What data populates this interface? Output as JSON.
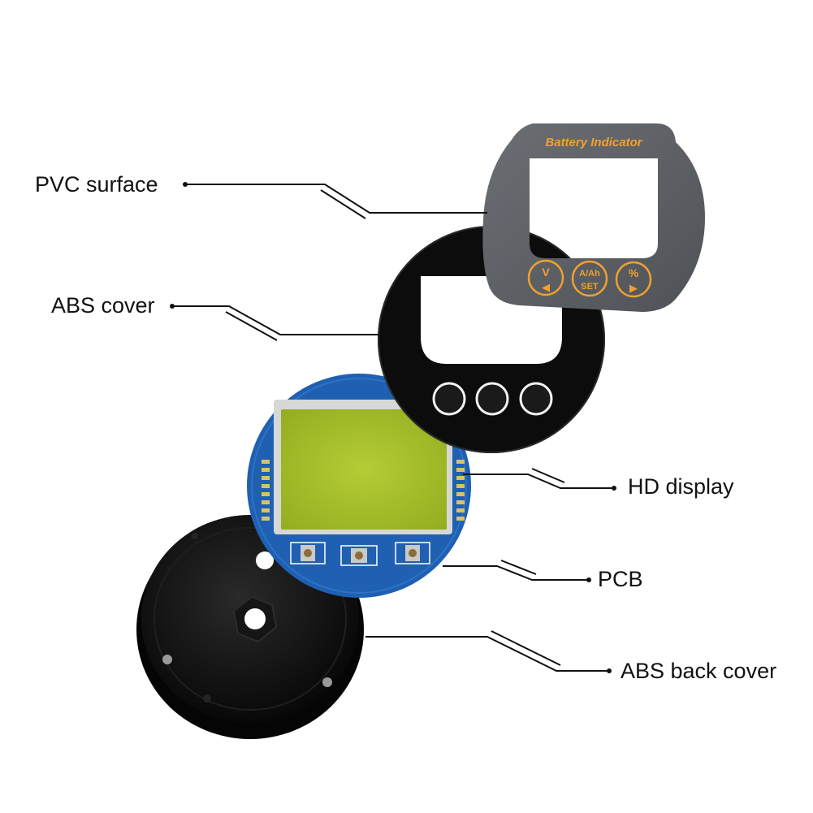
{
  "labels": {
    "pvc_surface": "PVC surface",
    "abs_cover": "ABS cover",
    "hd_display": "HD display",
    "pcb": "PCB",
    "abs_back_cover": "ABS back cover"
  },
  "panel": {
    "title": "Battery Indicator",
    "buttons": [
      {
        "top": "V",
        "bottom": "◀"
      },
      {
        "top": "A/Ah",
        "bottom": "SET"
      },
      {
        "top": "%",
        "bottom": "▶"
      }
    ]
  },
  "colors": {
    "panel_grey": "#5f6367",
    "accent_orange": "#f0a030",
    "lcd_green": "#a8c22a",
    "pcb_blue": "#1e5fb0",
    "abs_black": "#0f0f0f"
  }
}
